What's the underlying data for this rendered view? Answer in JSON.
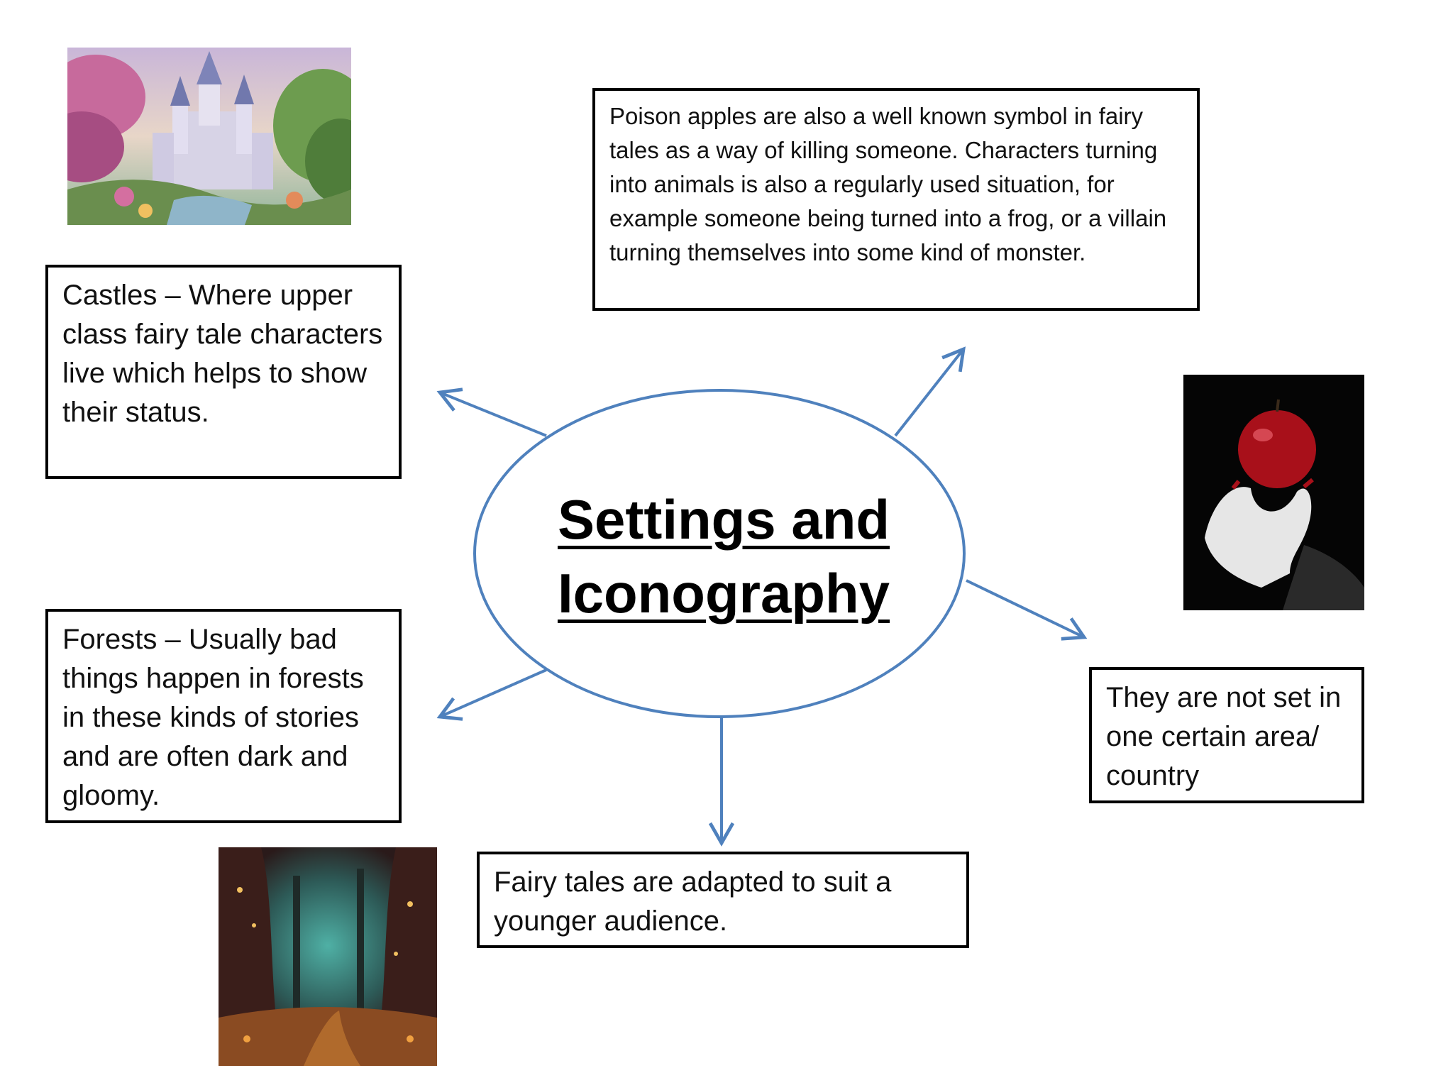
{
  "center": {
    "line1": "Settings and",
    "line2": "Iconography"
  },
  "boxes": {
    "poison": "Poison apples are also a well known symbol in fairy tales as a way of killing someone. Characters turning into animals is also a regularly used situation, for example someone being turned into a frog, or a villain turning themselves into some kind of monster.",
    "castles": "Castles – Where upper class fairy tale characters live which helps to show their status.",
    "forests": "Forests – Usually bad things happen in forests in these kinds of stories and are often dark and gloomy.",
    "not_set": "They are not set in one certain area/ country",
    "adapted": "Fairy tales are adapted to suit a younger audience."
  },
  "images": {
    "castle": "castle-painting",
    "apple": "red-apple-in-hand",
    "forest": "dark-forest-path"
  },
  "colors": {
    "arrow": "#4f81bd",
    "ellipse": "#4f81bd",
    "border": "#000000"
  }
}
